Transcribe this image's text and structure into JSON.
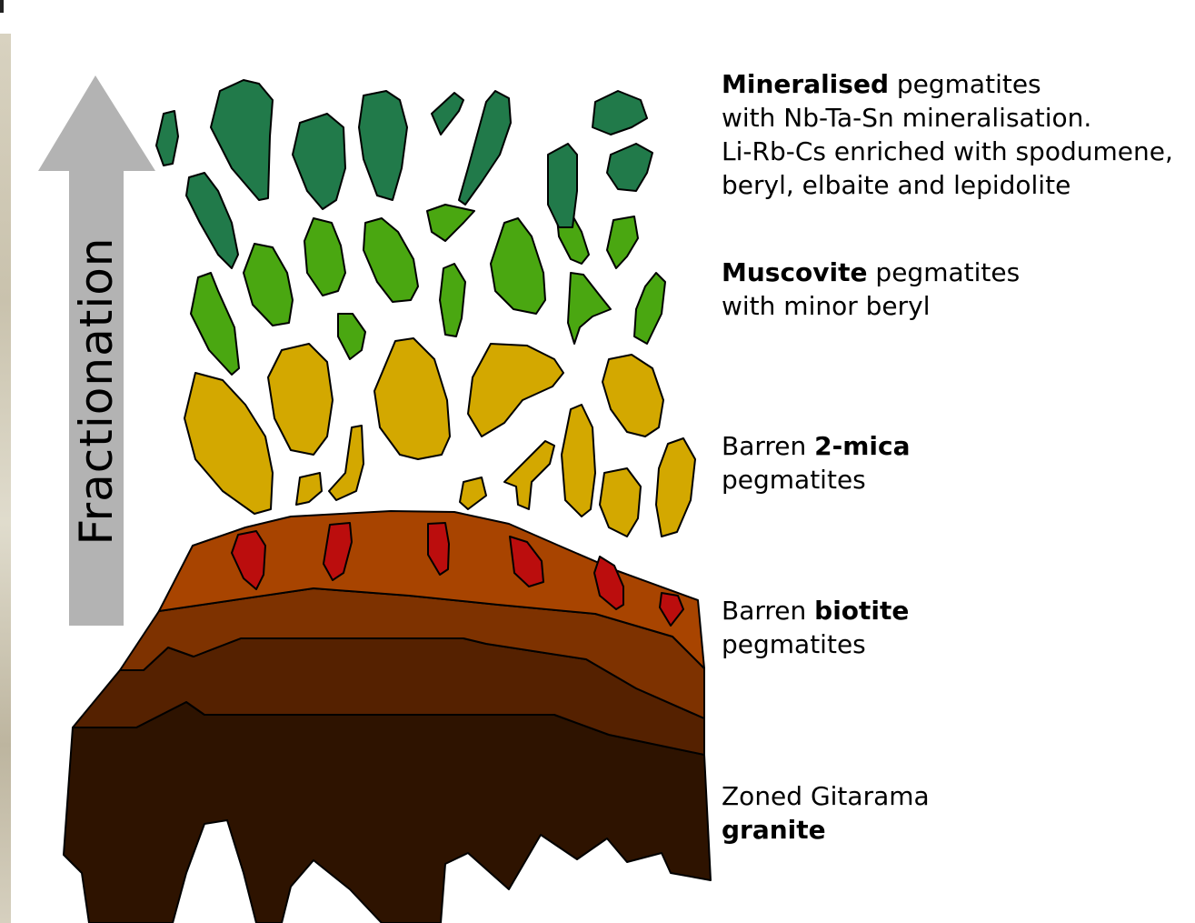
{
  "arrow": {
    "label": "Fractionation"
  },
  "legend": {
    "mineralised": {
      "bold": "Mineralised",
      "rest": " pegmatites",
      "line2": "with Nb-Ta-Sn mineralisation.",
      "line3": "Li-Rb-Cs enriched with spodumene,",
      "line4": "beryl, elbaite and lepidolite"
    },
    "muscovite": {
      "bold": "Muscovite",
      "rest": " pegmatites",
      "line2": "with minor beryl"
    },
    "two_mica": {
      "pre": "Barren ",
      "bold": "2-mica",
      "line2": "pegmatites"
    },
    "biotite": {
      "pre": "Barren ",
      "bold": "biotite",
      "line2": "pegmatites"
    },
    "granite": {
      "line1": "Zoned Gitarama",
      "bold": "granite"
    }
  },
  "colors": {
    "mineralised": "#217a4a",
    "muscovite": "#4aa711",
    "two_mica": "#d3a800",
    "biotite": "#bb0d0d",
    "granite_top": "#a84400",
    "granite_mid": "#7e3200",
    "granite_low": "#552100",
    "granite_base": "#2e1300",
    "arrow": "#b3b3b3"
  }
}
